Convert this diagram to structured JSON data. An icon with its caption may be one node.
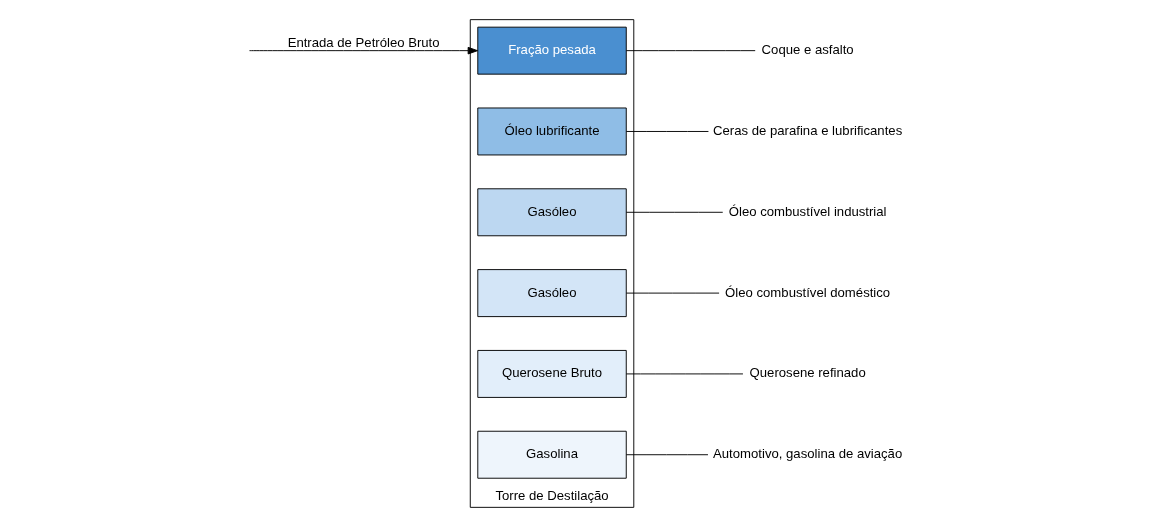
{
  "diagram": {
    "nodes": [
      {
        "text": [
          "Torre de Destilação"
        ]
      },
      {
        "text": [
          "Gasolina"
        ],
        "in": 0
      },
      {
        "text": [
          "Querosene Bruto"
        ],
        "in": 0
      },
      {
        "text": [
          "Gasóleo"
        ],
        "in": 0
      },
      {
        "text": [
          "Gasóleo"
        ],
        "in": 0
      },
      {
        "text": [
          "Óleo lubrificante"
        ],
        "in": 0
      },
      {
        "text": [
          "Fração pesada"
        ],
        "in": 0
      },
      {
        "text": [
          "Automotivo, gasolina de aviação"
        ]
      },
      {
        "text": [
          "Querosene refinado"
        ]
      },
      {
        "text": [
          "Óleo combustível doméstico"
        ]
      },
      {
        "text": [
          "Óleo combustível industrial"
        ]
      },
      {
        "text": [
          "Ceras de parafina e lubrificantes"
        ]
      },
      {
        "text": [
          "Coque e asfalto"
        ]
      }
    ],
    "edges": [
      {
        "from": 1,
        "to": 7,
        "arrow": "none"
      },
      {
        "from": 2,
        "to": 8,
        "arrow": "none"
      },
      {
        "from": 3,
        "to": 9,
        "arrow": "none"
      },
      {
        "from": 4,
        "to": 10,
        "arrow": "none"
      },
      {
        "from": 5,
        "to": 11,
        "arrow": "none"
      },
      {
        "from": 6,
        "to": 12,
        "arrow": "none"
      },
      {
        "from": null,
        "to": 6,
        "arrow": "to",
        "label": "Entrada de Petróleo Bruto"
      }
    ]
  }
}
